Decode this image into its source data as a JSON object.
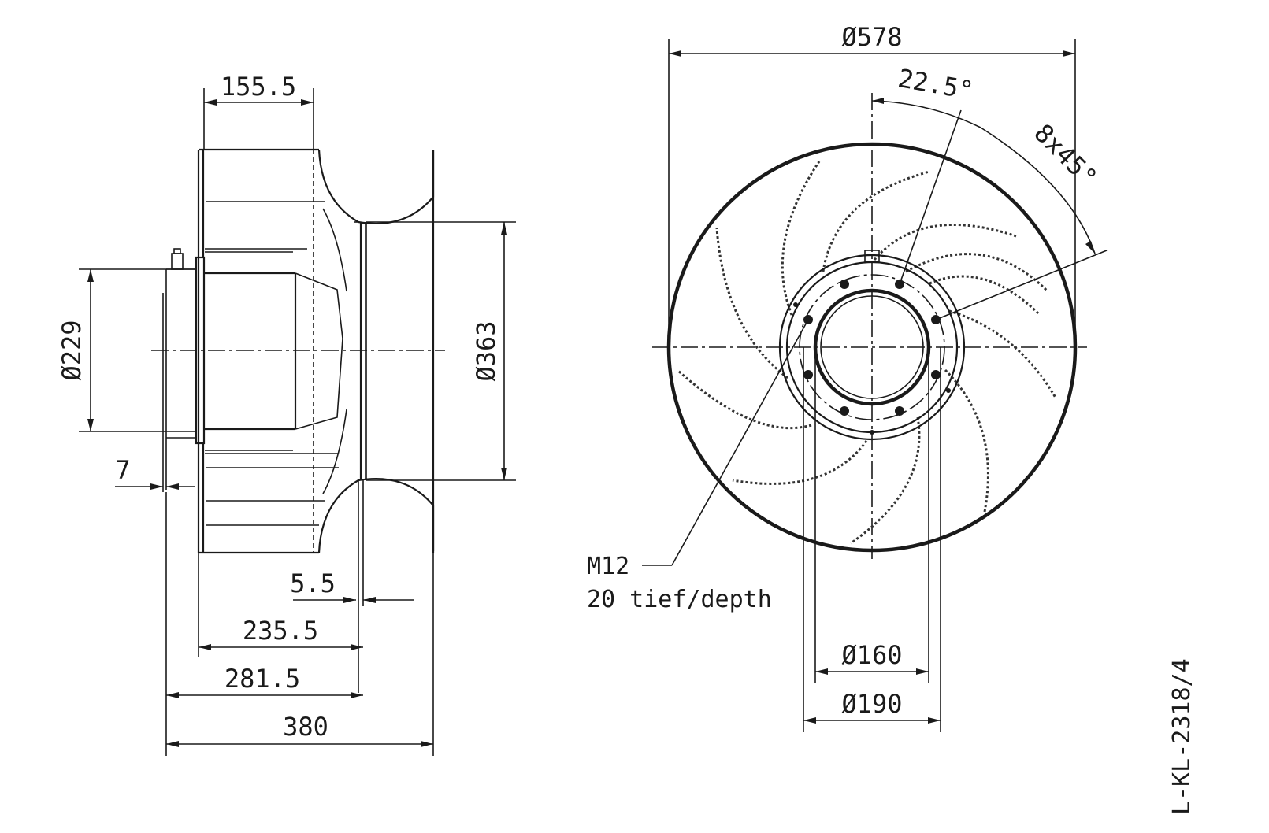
{
  "side_view": {
    "dim_hub_width": "155.5",
    "dim_motor_dia": "Ø229",
    "dim_inlet_dia": "Ø363",
    "dim_flange": "7",
    "dim_gap": "5.5",
    "dim_235": "235.5",
    "dim_281": "281.5",
    "dim_total": "380"
  },
  "front_view": {
    "dim_outer_dia": "Ø578",
    "dim_angle_start": "22.5°",
    "dim_angle_pattern": "8x45°",
    "dim_inner_dia": "Ø160",
    "dim_bolt_dia": "Ø190",
    "thread_label": "M12",
    "thread_depth": "20 tief/depth"
  },
  "drawing_id": "L-KL-2318/4"
}
